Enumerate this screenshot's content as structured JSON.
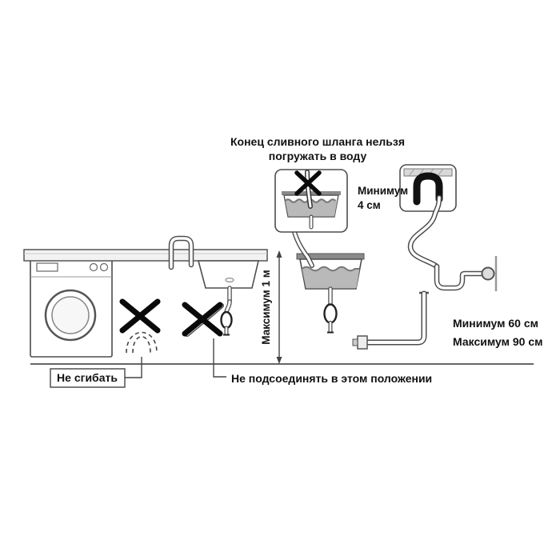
{
  "diagram": {
    "warning": {
      "line1": "Конец сливного шланга нельзя",
      "line2": "погружать в воду"
    },
    "min4": {
      "line1": "Минимум",
      "line2": "4 см"
    },
    "max_height": "Максимум 1 м",
    "standpipe": {
      "min": "Минимум 60 см",
      "max": "Максимум 90 см"
    },
    "no_bend": "Не сгибать",
    "no_connect": "Не подсоединять в этом положении"
  },
  "colors": {
    "outline": "#4d4d4d",
    "prohibition": "#0a0a0a",
    "water": "#b9b9b9",
    "text": "#111111",
    "background": "#ffffff"
  }
}
